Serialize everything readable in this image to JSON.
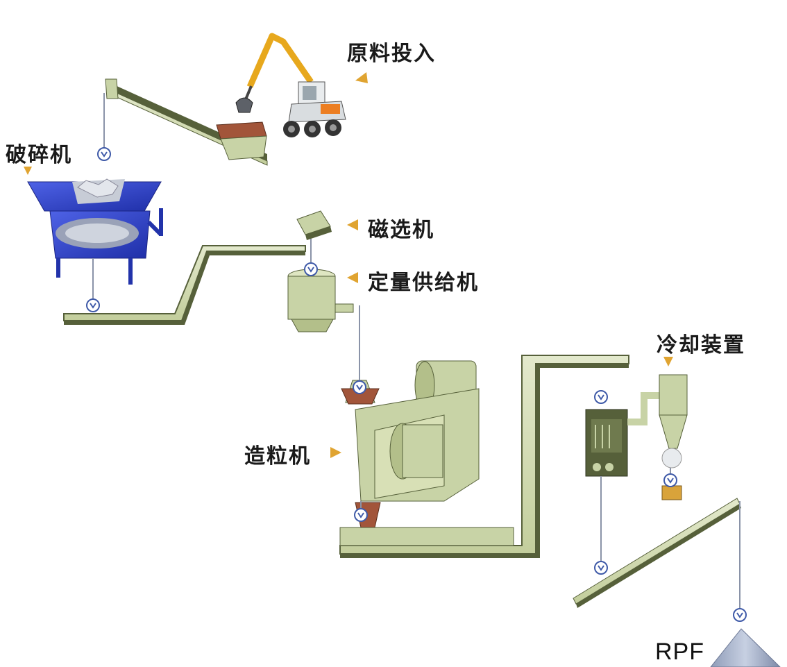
{
  "labels": {
    "raw_input": "原料投入",
    "crusher": "破碎机",
    "magnetic_separator": "磁选机",
    "feeder": "定量供给机",
    "cooling": "冷却装置",
    "pelletizer": "造粒机",
    "product": "RPF"
  },
  "colors": {
    "conveyor_light": "#c8d3a6",
    "conveyor_dark": "#56603a",
    "crusher_blue": "#2c3fd0",
    "arrow_marker": "#e0a431",
    "flow_line": "#8a93a8",
    "flow_node": "#3f5aa8"
  }
}
